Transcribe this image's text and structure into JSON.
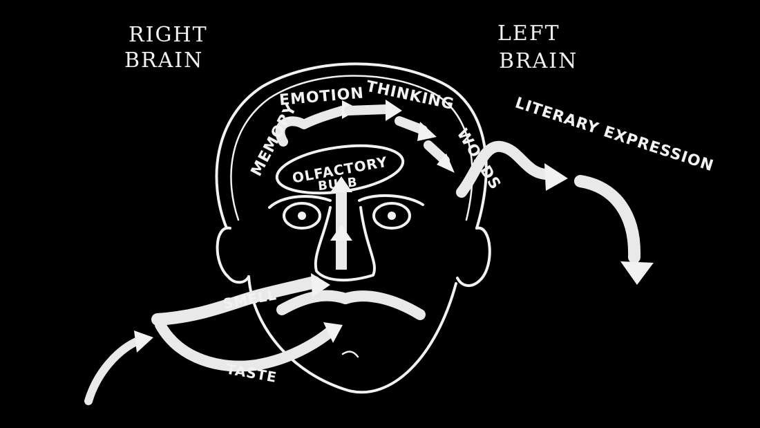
{
  "headings": {
    "right_line1": "RIGHT",
    "right_line2": "BRAIN",
    "left_line1": "LEFT",
    "left_line2": "BRAIN"
  },
  "labels": {
    "memory": "MEMORY",
    "emotion": "EMOTION",
    "thinking": "THINKING",
    "words": "WORDS",
    "olfactory_line1": "OLFACTORY",
    "olfactory_line2": "BULB",
    "literary_expression": "LITERARY EXPRESSION",
    "smell": "SMELL",
    "taste": "TASTE"
  },
  "colors": {
    "background": "#000000",
    "chalk": "#f2f2f2"
  }
}
